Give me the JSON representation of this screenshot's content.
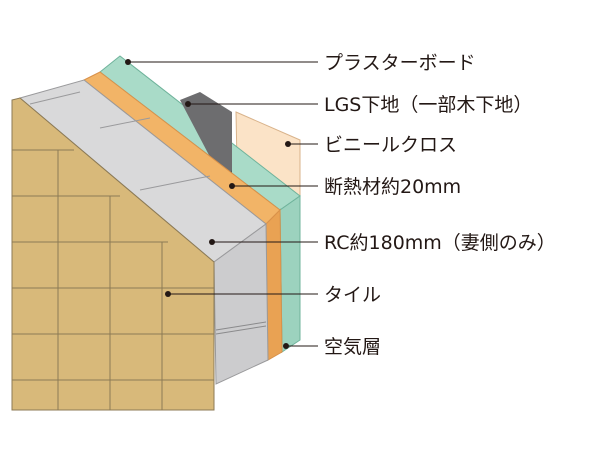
{
  "labels": [
    {
      "id": "gypsum-board",
      "text": "プラスターボード"
    },
    {
      "id": "lgs-furring",
      "text": "LGS下地（一部木下地）"
    },
    {
      "id": "vinyl-cloth",
      "text": "ビニールクロス"
    },
    {
      "id": "insulation",
      "text": "断熱材約20mm"
    },
    {
      "id": "rc-wall",
      "text": "RC約180mm（妻側のみ）"
    },
    {
      "id": "tile",
      "text": "タイル"
    },
    {
      "id": "air-layer",
      "text": "空気層"
    }
  ],
  "colors": {
    "tile": "#D8B97A",
    "tile_grout": "#8C7A55",
    "concrete": "#D9D9DA",
    "concrete_dark": "#A9A9AB",
    "insulation": "#F2B467",
    "stud": "#6D6D6F",
    "board": "#A9DBC8",
    "cloth": "#FBE3C7",
    "line": "#231815"
  }
}
